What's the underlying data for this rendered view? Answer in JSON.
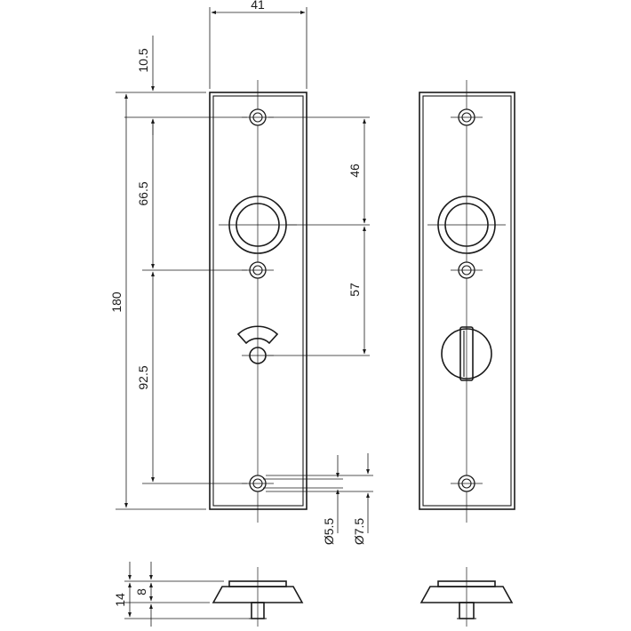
{
  "dimensions": {
    "plate_width": "41",
    "top_offset": "10.5",
    "spacing_upper": "66.5",
    "total_height": "180",
    "spacing_lower": "92.5",
    "spindle_to_screw": "46",
    "spindle_to_turn": "57",
    "hole_small": "Ø5.5",
    "hole_large": "Ø7.5",
    "thickness_total": "14",
    "thickness_body": "8"
  },
  "colors": {
    "line": "#1a1a1a",
    "background": "#ffffff"
  }
}
